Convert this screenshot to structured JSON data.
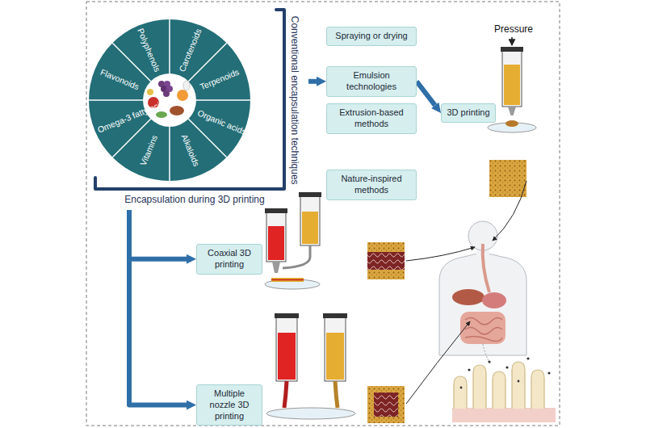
{
  "diagram": {
    "nodes": [
      {
        "text": [
          "Conventional encapsulation techniques",
          "Encapsulation during 3D printing"
        ]
      },
      {
        "text": [
          "Flavonoids",
          "Polyphenols",
          "Carotenoids",
          "Terpenoids",
          "Organic acids",
          "Alkaloids",
          "Vitamins",
          "Omega-3 fatty acids"
        ],
        "in": 0
      },
      {
        "text": [
          "Spraying or drying"
        ]
      },
      {
        "text": [
          "Emulsion technologies"
        ]
      },
      {
        "text": [
          "Extrusion-based methods"
        ]
      },
      {
        "text": [
          "Nature-inspired methods"
        ]
      },
      {
        "text": [
          "3D printing"
        ]
      },
      {
        "text": [
          "Coaxial 3D printing"
        ]
      },
      {
        "text": [
          "Multiple nozzle 3D printing"
        ]
      }
    ],
    "edges": [
      {
        "from": 0,
        "to": 3,
        "arrow": "to"
      },
      {
        "from": 3,
        "to": 6,
        "arrow": "to"
      },
      {
        "from": 0,
        "to": 7,
        "arrow": "to"
      },
      {
        "from": 0,
        "to": 8,
        "arrow": "to"
      }
    ],
    "labels": [
      "Pressure"
    ]
  }
}
